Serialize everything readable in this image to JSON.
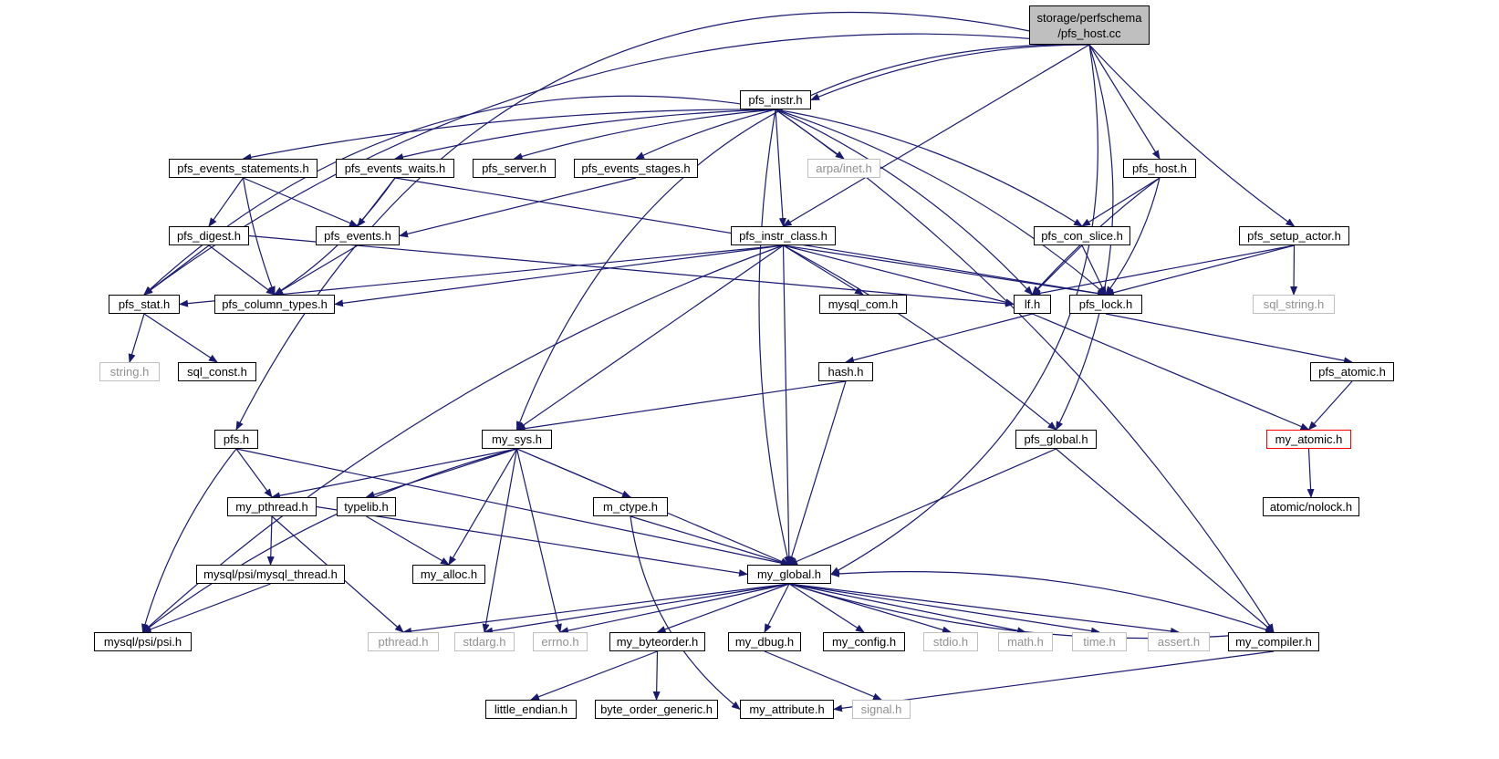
{
  "graph": {
    "root": {
      "line1": "storage/perfschema",
      "line2": "/pfs_host.cc"
    },
    "nodes": {
      "pfs_instr": "pfs_instr.h",
      "pfs_events_statements": "pfs_events_statements.h",
      "pfs_events_waits": "pfs_events_waits.h",
      "pfs_server": "pfs_server.h",
      "pfs_events_stages": "pfs_events_stages.h",
      "arpa_inet": "arpa/inet.h",
      "pfs_host": "pfs_host.h",
      "pfs_digest": "pfs_digest.h",
      "pfs_events": "pfs_events.h",
      "pfs_instr_class": "pfs_instr_class.h",
      "pfs_con_slice": "pfs_con_slice.h",
      "pfs_setup_actor": "pfs_setup_actor.h",
      "pfs_stat": "pfs_stat.h",
      "pfs_column_types": "pfs_column_types.h",
      "mysql_com": "mysql_com.h",
      "lf": "lf.h",
      "pfs_lock": "pfs_lock.h",
      "sql_string": "sql_string.h",
      "string_h": "string.h",
      "sql_const": "sql_const.h",
      "hash": "hash.h",
      "pfs_atomic": "pfs_atomic.h",
      "pfs_h": "pfs.h",
      "my_sys": "my_sys.h",
      "pfs_global": "pfs_global.h",
      "my_atomic": "my_atomic.h",
      "my_pthread": "my_pthread.h",
      "typelib": "typelib.h",
      "m_ctype": "m_ctype.h",
      "atomic_nolock": "atomic/nolock.h",
      "mysql_thread": "mysql/psi/mysql_thread.h",
      "my_alloc": "my_alloc.h",
      "my_global": "my_global.h",
      "psi": "mysql/psi/psi.h",
      "pthread": "pthread.h",
      "stdarg": "stdarg.h",
      "errno": "errno.h",
      "my_byteorder": "my_byteorder.h",
      "my_dbug": "my_dbug.h",
      "my_config": "my_config.h",
      "stdio": "stdio.h",
      "math": "math.h",
      "time_h": "time.h",
      "assert": "assert.h",
      "my_compiler": "my_compiler.h",
      "little_endian": "little_endian.h",
      "byte_order_generic": "byte_order_generic.h",
      "my_attribute": "my_attribute.h",
      "signal": "signal.h"
    },
    "colors": {
      "edge": "#191970",
      "root_fill": "#bfbfbf",
      "missing_border": "#ff0000",
      "external_border": "#bfbfbf",
      "external_text": "#909090"
    }
  }
}
